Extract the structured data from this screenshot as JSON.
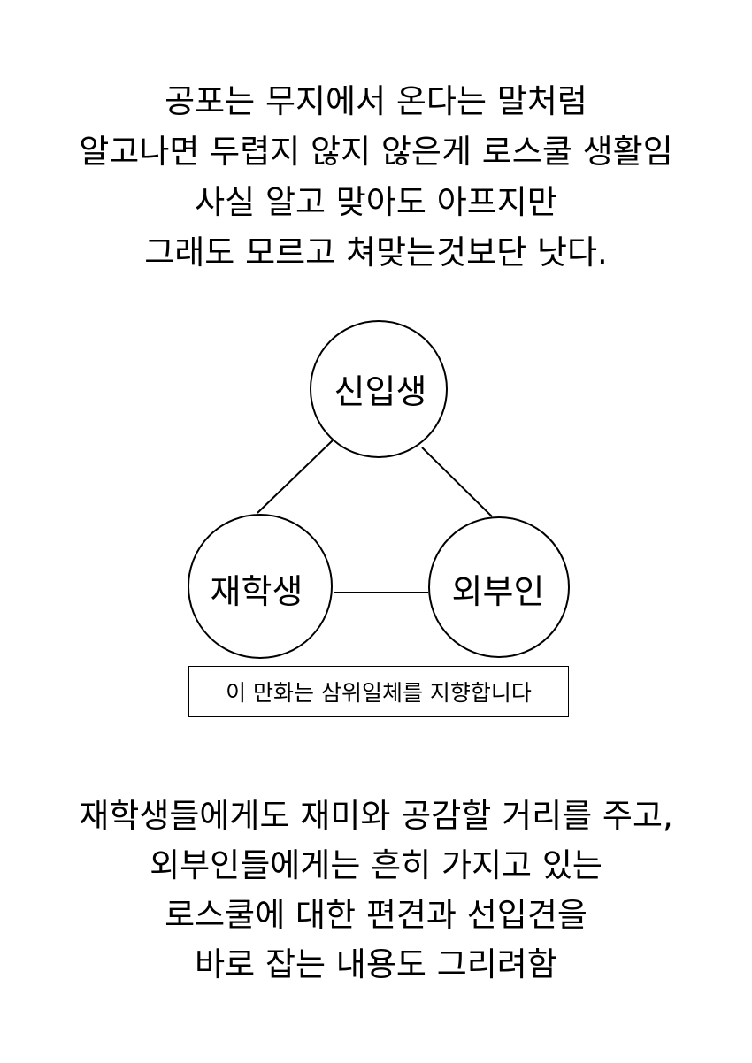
{
  "intro": {
    "lines": [
      "공포는 무지에서 온다는 말처럼",
      "알고나면 두렵지 않지 않은게 로스쿨 생활임",
      "사실 알고 맞아도 아프지만",
      "그래도 모르고 쳐맞는것보단 낫다."
    ]
  },
  "diagram": {
    "nodes": {
      "top": "신입생",
      "left": "재학생",
      "right": "외부인"
    },
    "caption": "이 만화는 삼위일체를 지향합니다"
  },
  "outro": {
    "lines": [
      "재학생들에게도 재미와 공감할 거리를 주고,",
      "외부인들에게는 흔히 가지고 있는",
      "로스쿨에 대한 편견과 선입견을",
      "바로 잡는 내용도 그리려함"
    ]
  }
}
